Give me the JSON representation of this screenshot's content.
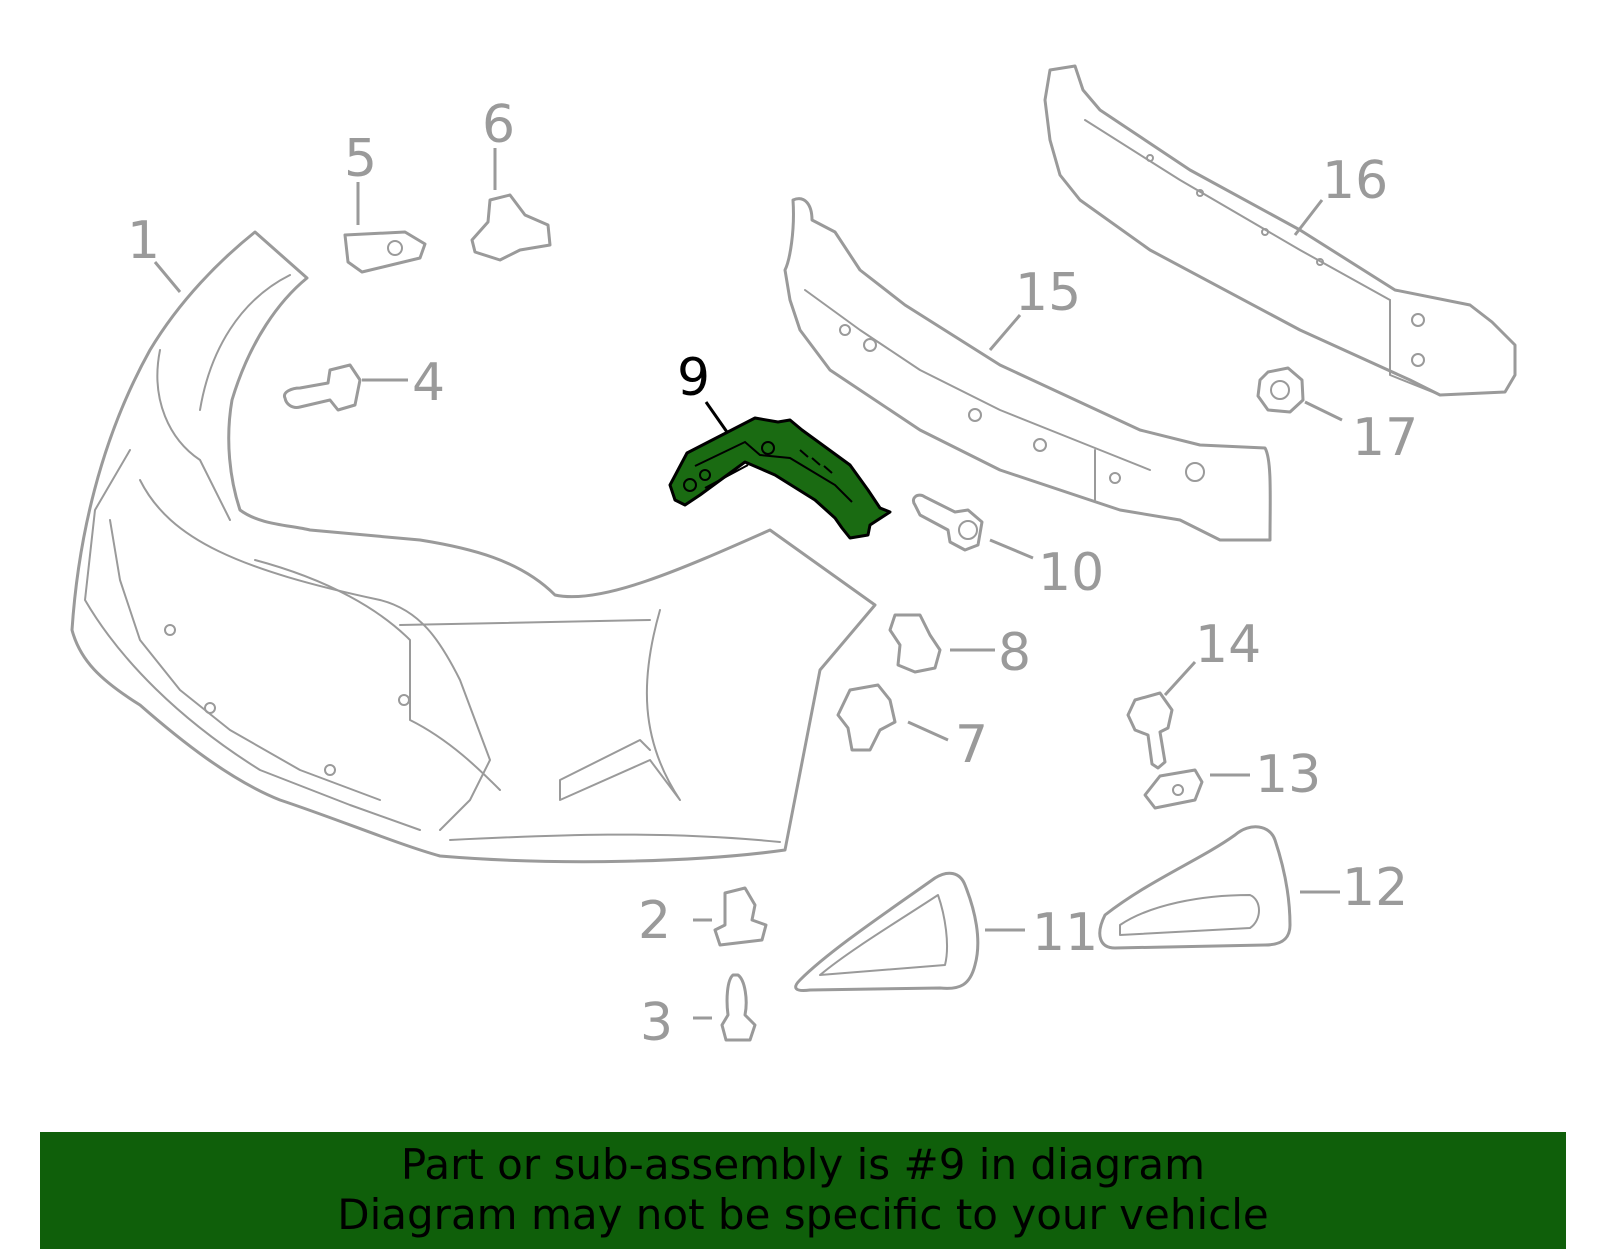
{
  "diagram": {
    "highlighted_part": "9",
    "callouts": [
      "1",
      "2",
      "3",
      "4",
      "5",
      "6",
      "7",
      "8",
      "9",
      "10",
      "11",
      "12",
      "13",
      "14",
      "15",
      "16",
      "17"
    ]
  },
  "banner": {
    "line1": "Part or sub-assembly is #9 in diagram",
    "line2": "Diagram may not be specific to your vehicle"
  },
  "colors": {
    "part_outline": "#9a9a9a",
    "highlight_fill": "#1a6b12",
    "banner_bg": "#0f5f0a"
  }
}
